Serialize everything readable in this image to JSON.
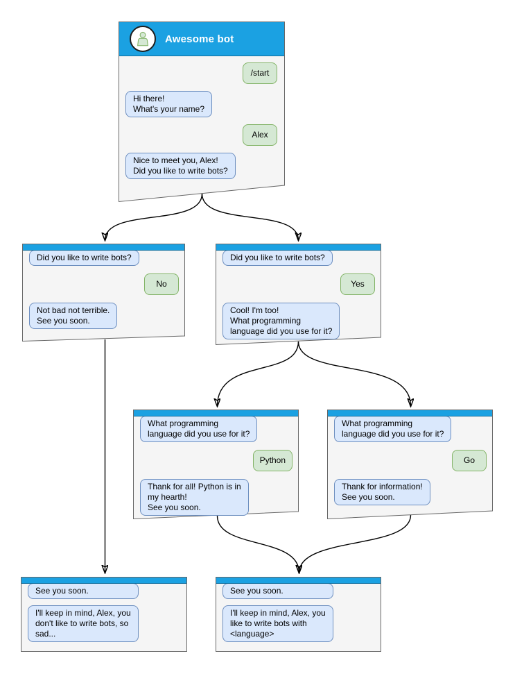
{
  "colors": {
    "titlebar_blue": "#1ba1e2",
    "titlebar_border": "#0f6e9e",
    "window_fill": "#f5f5f5",
    "window_border": "#676767",
    "bot_bubble_fill": "#dae8fc",
    "bot_bubble_border": "#6c8ebf",
    "user_bubble_fill": "#d5e8d4",
    "user_bubble_border": "#82b366",
    "connector_black": "#000000"
  },
  "windows": {
    "main": {
      "title": "Awesome bot",
      "messages": [
        {
          "from": "user",
          "text": "/start"
        },
        {
          "from": "bot",
          "text": "Hi there!\nWhat's your name?"
        },
        {
          "from": "user",
          "text": "Alex"
        },
        {
          "from": "bot",
          "text": "Nice to meet you, Alex!\nDid you like to write bots?"
        }
      ]
    },
    "branch_no": {
      "messages": [
        {
          "from": "bot",
          "text": "Did you like to write bots?"
        },
        {
          "from": "user",
          "text": "No"
        },
        {
          "from": "bot",
          "text": "Not bad not terrible.\nSee you soon."
        }
      ]
    },
    "branch_yes": {
      "messages": [
        {
          "from": "bot",
          "text": "Did you like to write bots?"
        },
        {
          "from": "user",
          "text": "Yes"
        },
        {
          "from": "bot",
          "text": "Cool! I'm too!\nWhat programming\nlanguage did you use for it?"
        }
      ]
    },
    "lang_python": {
      "messages": [
        {
          "from": "bot",
          "text": "What programming\nlanguage did you use for it?"
        },
        {
          "from": "user",
          "text": "Python"
        },
        {
          "from": "bot",
          "text": "Thank for all! Python is in\nmy hearth!\nSee you soon."
        }
      ]
    },
    "lang_go": {
      "messages": [
        {
          "from": "bot",
          "text": "What programming\nlanguage did you use for it?"
        },
        {
          "from": "user",
          "text": "Go"
        },
        {
          "from": "bot",
          "text": "Thank for information!\nSee you soon."
        }
      ]
    },
    "end_no": {
      "messages": [
        {
          "from": "bot",
          "text": "See you soon."
        },
        {
          "from": "bot",
          "text": "I'll keep in mind, Alex, you\ndon't like to write bots, so\nsad..."
        }
      ]
    },
    "end_yes": {
      "messages": [
        {
          "from": "bot",
          "text": "See you soon."
        },
        {
          "from": "bot",
          "text": "I'll keep in mind, Alex, you\nlike to write bots with\n<language>"
        }
      ]
    }
  },
  "edges": [
    {
      "from": "main",
      "to": "branch_no"
    },
    {
      "from": "main",
      "to": "branch_yes"
    },
    {
      "from": "branch_yes",
      "to": "lang_python"
    },
    {
      "from": "branch_yes",
      "to": "lang_go"
    },
    {
      "from": "branch_no",
      "to": "end_no"
    },
    {
      "from": "lang_python",
      "to": "end_yes"
    },
    {
      "from": "lang_go",
      "to": "end_yes"
    }
  ]
}
